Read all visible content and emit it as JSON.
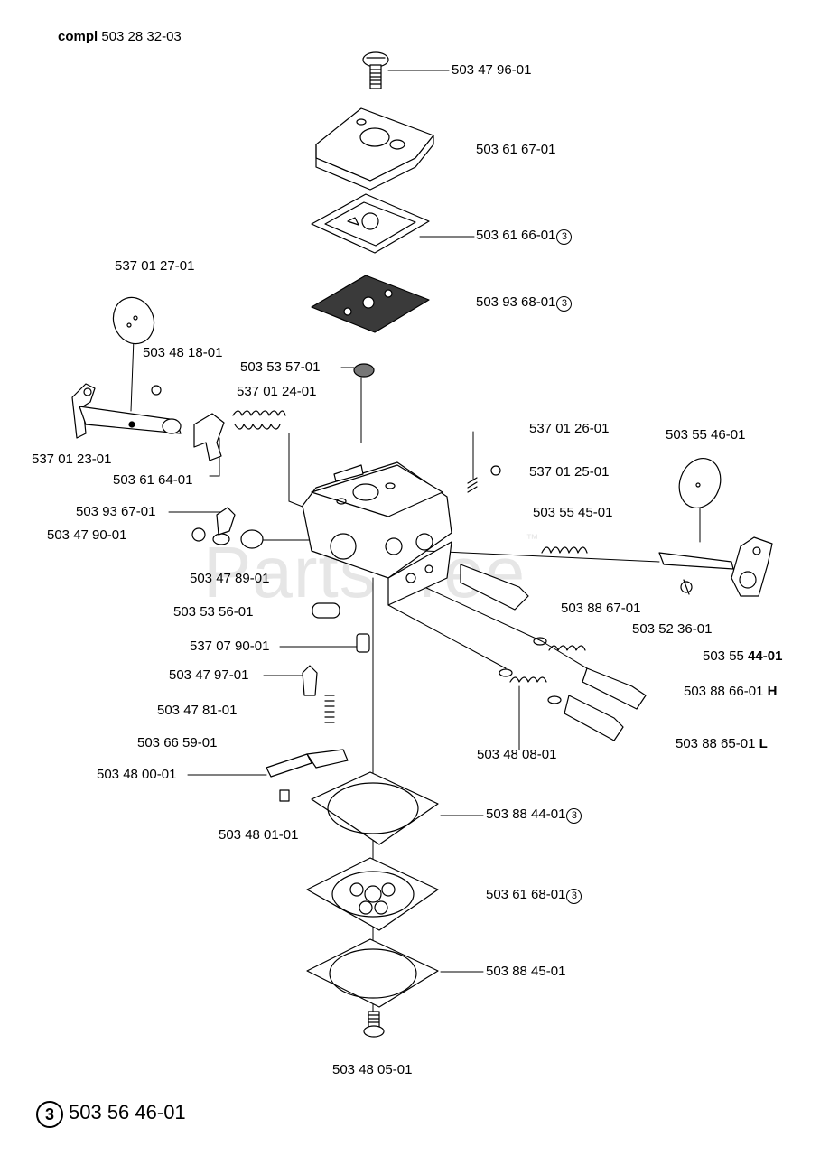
{
  "assembly": {
    "prefix": "compl",
    "number": "503 28 32-03"
  },
  "kit": {
    "symbol": "3",
    "number": "503 56 46-01"
  },
  "watermark": {
    "text": "PartsTree",
    "tm": "™"
  },
  "parts": [
    {
      "id": "p01",
      "number": "503 47 96-01"
    },
    {
      "id": "p02",
      "number": "503 61 67-01"
    },
    {
      "id": "p03",
      "number": "503 61 66-01",
      "mark": "3"
    },
    {
      "id": "p04",
      "number": "537 01 27-01"
    },
    {
      "id": "p05",
      "number": "503 93 68-01",
      "mark": "3"
    },
    {
      "id": "p06",
      "number": "503 48 18-01"
    },
    {
      "id": "p07",
      "number": "503 53 57-01"
    },
    {
      "id": "p08",
      "number": "537 01 24-01"
    },
    {
      "id": "p09",
      "number": "537 01 26-01"
    },
    {
      "id": "p10",
      "number": "503 55 46-01"
    },
    {
      "id": "p11",
      "number": "537 01 23-01"
    },
    {
      "id": "p12",
      "number": "503 61 64-01"
    },
    {
      "id": "p13",
      "number": "537 01 25-01"
    },
    {
      "id": "p14",
      "number": "503 93 67-01"
    },
    {
      "id": "p15",
      "number": "503 55 45-01"
    },
    {
      "id": "p16",
      "number": "503 47 90-01"
    },
    {
      "id": "p17",
      "number": "503 47 89-01"
    },
    {
      "id": "p18",
      "number": "503 88 67-01"
    },
    {
      "id": "p19",
      "number": "503 53 56-01"
    },
    {
      "id": "p20",
      "number": "503 52 36-01"
    },
    {
      "id": "p21",
      "number": "537 07 90-01"
    },
    {
      "id": "p22",
      "number": "503 55 ",
      "bold": "44-01"
    },
    {
      "id": "p23",
      "number": "503 47 97-01"
    },
    {
      "id": "p24",
      "number": "503 88 66-01",
      "suffix": "H"
    },
    {
      "id": "p25",
      "number": "503 47 81-01"
    },
    {
      "id": "p26",
      "number": "503 66 59-01"
    },
    {
      "id": "p27",
      "number": "503 48 08-01"
    },
    {
      "id": "p28",
      "number": "503 88 65-01",
      "suffix": "L"
    },
    {
      "id": "p29",
      "number": "503 48 00-01"
    },
    {
      "id": "p30",
      "number": "503 88 44-01",
      "mark": "3"
    },
    {
      "id": "p31",
      "number": "503 48 01-01"
    },
    {
      "id": "p32",
      "number": "503 61 68-01",
      "mark": "3"
    },
    {
      "id": "p33",
      "number": "503 88 45-01"
    },
    {
      "id": "p34",
      "number": "503 48 05-01"
    }
  ]
}
